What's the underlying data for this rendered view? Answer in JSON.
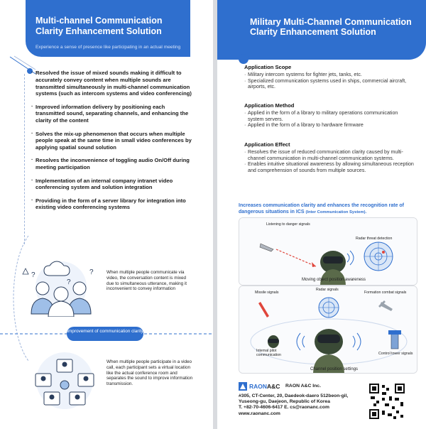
{
  "left": {
    "title": "Multi-channel Communication Clarity Enhancement Solution",
    "subtitle": "Experience a sense of presence like participating in an actual meeting",
    "items": [
      "Resolved the issue of mixed sounds making it difficult to accurately convey content when multiple sounds are transmitted simultaneously in multi-channel communication systems (such as intercom systems and video conferencing)",
      "Improved information delivery by positioning each transmitted sound, separating channels, and enhancing the clarity of the content",
      "Solves the mix-up phenomenon that occurs when multiple people speak at the same time in small video conferences by applying spatial sound solution",
      "Resolves the inconvenience of toggling audio On/Off during meeting participation",
      "Implementation of an internal company intranet video conferencing system and solution integration",
      "Providing in the form of a server library for integration into existing video conferencing systems"
    ],
    "caption1": "When multiple people communicate via video, the conversation content is mixed due to simultaneous utterance, making it inconvenient to convey information",
    "improve_label": "Improvement of communication clarity",
    "caption2": "When multiple people participate in a video call, each participant sets a virtual location like the actual conference room and separates the sound to improve information transmission."
  },
  "right": {
    "title": "Military Multi-Channel Communication Clarity Enhancement Solution",
    "scope_title": "Application Scope",
    "scope": [
      "Military intercom systems for fighter jets, tanks, etc.",
      "Specialized communication systems used in ships, commercial aircraft, airports, etc."
    ],
    "method_title": "Application Method",
    "method": [
      "Applied in the form of a library to military operations communication system servers.",
      "Applied in the form of a library to hardware firmware"
    ],
    "effect_title": "Application Effect",
    "effect": [
      "Resolves the issue of reduced communication clarity caused by multi-channel communication in multi-channel communication systems.",
      "Enables intuitive situational awareness by allowing simultaneous reception and comprehension of sounds from multiple sources."
    ],
    "highlight": "Increases communication clarity and enhances the recognition rate of dangerous situations in ICS",
    "highlight_small": "(Inter Communication System).",
    "fig1": {
      "label_danger": "Listening to danger signals",
      "label_radar": "Radar threat detection",
      "caption": "Moving object position awareness"
    },
    "fig2": {
      "label_missile": "Missile signals",
      "label_radar": "Radar signals",
      "label_formation": "Formation combat signals",
      "label_pilot": "Internal pilot communication",
      "label_tower": "Control tower signals",
      "caption": "Channel position settings"
    },
    "logo_brand": "RAON",
    "logo_suffix": "A&C",
    "company": "RAON A&C Inc.",
    "address1": "#305, CT-Center, 20, Daedeok-daero 512beon-gil,",
    "address2": "Yuseong-gu, Daejeon, Republic of Korea",
    "contact": "T. +82-70-4606-6417    E. cs@raonanc.com",
    "website": "www.raonanc.com"
  },
  "colors": {
    "accent": "#2f6fce",
    "danger": "#e0463c",
    "panel_bg": "#d9dbdf"
  }
}
